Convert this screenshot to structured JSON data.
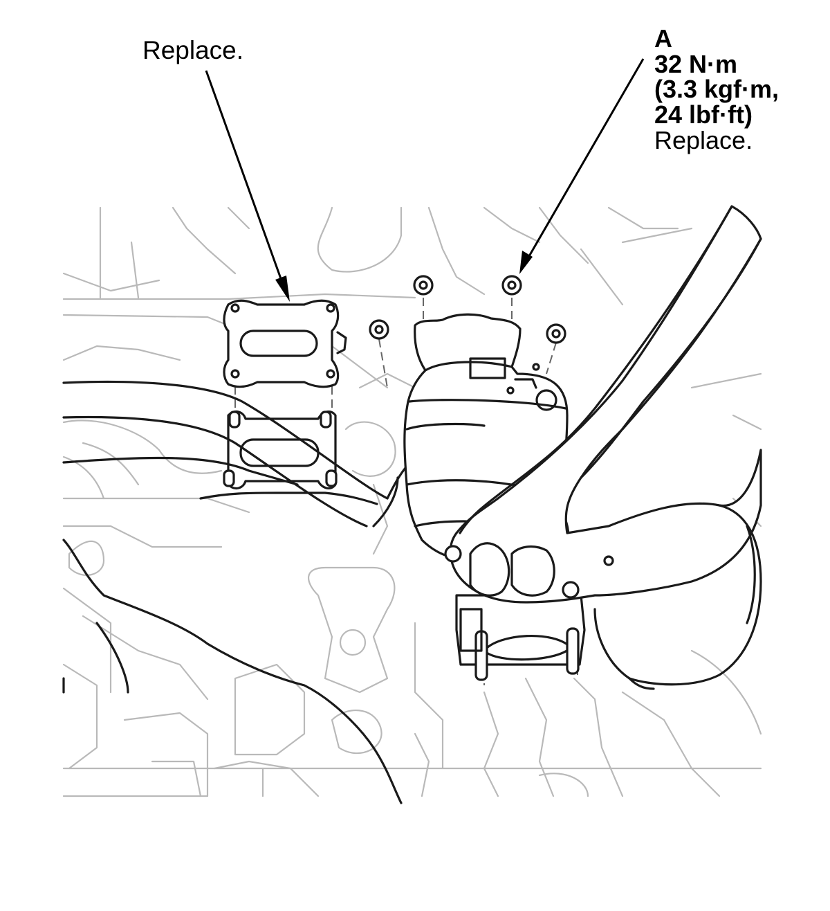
{
  "callouts": {
    "gasket_left": {
      "text": "Replace."
    },
    "nut_a": {
      "letter": "A",
      "torque_nm": "32 N·m",
      "torque_kgf": "(3.3 kgf·m,",
      "torque_lbf": "24 lbf·ft)",
      "note": "Replace."
    }
  },
  "colors": {
    "ink": "#1a1a1a",
    "background_lines": "#b9b9b9",
    "background": "#ffffff"
  }
}
